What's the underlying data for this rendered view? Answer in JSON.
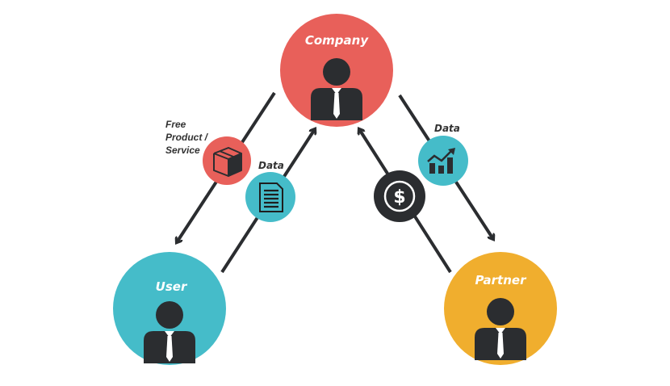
{
  "nodes": {
    "company": {
      "label": "Company",
      "color": "#E8605A"
    },
    "user": {
      "label": "User",
      "color": "#45BCC9"
    },
    "partner": {
      "label": "Partner",
      "color": "#F0AE2E"
    }
  },
  "flows": {
    "free_product": {
      "label_lines": [
        "Free",
        "Product /",
        "Service"
      ],
      "icon": "box-icon",
      "color": "#E8605A"
    },
    "user_data": {
      "label": "Data",
      "icon": "document-icon",
      "color": "#45BCC9"
    },
    "payment": {
      "icon": "dollar-icon",
      "color": "#2B2D30"
    },
    "partner_data": {
      "label": "Data",
      "icon": "chart-icon",
      "color": "#45BCC9"
    }
  }
}
